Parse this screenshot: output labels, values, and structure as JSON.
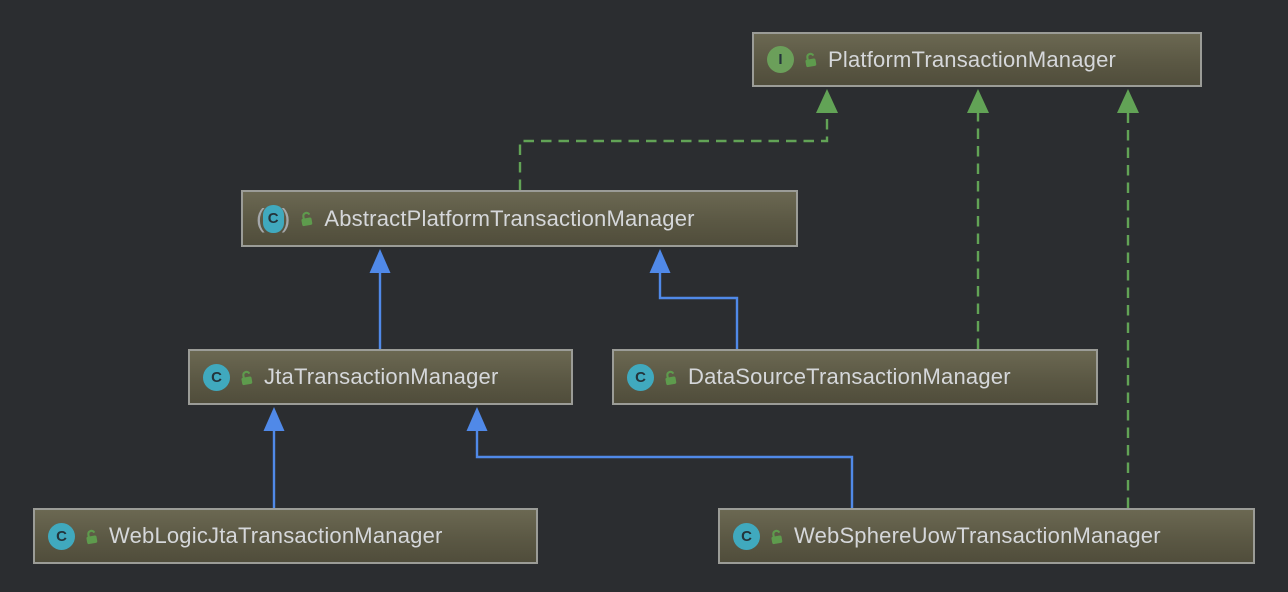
{
  "diagram_type": "uml-class-hierarchy",
  "nodes": [
    {
      "id": "platform",
      "label": "PlatformTransactionManager",
      "kind": "interface",
      "badge_letter": "I",
      "badge_icon": "interface-icon",
      "visibility": "public",
      "visibility_icon": "open-padlock-icon"
    },
    {
      "id": "abstract",
      "label": "AbstractPlatformTransactionManager",
      "kind": "abstract-class",
      "badge_letter": "C",
      "badge_icon": "abstract-class-icon",
      "visibility": "public",
      "visibility_icon": "open-padlock-icon"
    },
    {
      "id": "jta",
      "label": "JtaTransactionManager",
      "kind": "class",
      "badge_letter": "C",
      "badge_icon": "class-icon",
      "visibility": "public",
      "visibility_icon": "open-padlock-icon"
    },
    {
      "id": "datasource",
      "label": "DataSourceTransactionManager",
      "kind": "class",
      "badge_letter": "C",
      "badge_icon": "class-icon",
      "visibility": "public",
      "visibility_icon": "open-padlock-icon"
    },
    {
      "id": "weblogic",
      "label": "WebLogicJtaTransactionManager",
      "kind": "class",
      "badge_letter": "C",
      "badge_icon": "class-icon",
      "visibility": "public",
      "visibility_icon": "open-padlock-icon"
    },
    {
      "id": "websphere",
      "label": "WebSphereUowTransactionManager",
      "kind": "class",
      "badge_letter": "C",
      "badge_icon": "class-icon",
      "visibility": "public",
      "visibility_icon": "open-padlock-icon"
    }
  ],
  "edges": [
    {
      "from": "AbstractPlatformTransactionManager",
      "to": "PlatformTransactionManager",
      "type": "implements",
      "line": "dashed",
      "color": "#62A356"
    },
    {
      "from": "DataSourceTransactionManager",
      "to": "PlatformTransactionManager",
      "type": "implements",
      "line": "dashed",
      "color": "#62A356"
    },
    {
      "from": "WebSphereUowTransactionManager",
      "to": "PlatformTransactionManager",
      "type": "implements",
      "line": "dashed",
      "color": "#62A356"
    },
    {
      "from": "JtaTransactionManager",
      "to": "AbstractPlatformTransactionManager",
      "type": "extends",
      "line": "solid",
      "color": "#5089E8"
    },
    {
      "from": "DataSourceTransactionManager",
      "to": "AbstractPlatformTransactionManager",
      "type": "extends",
      "line": "solid",
      "color": "#5089E8"
    },
    {
      "from": "WebLogicJtaTransactionManager",
      "to": "JtaTransactionManager",
      "type": "extends",
      "line": "solid",
      "color": "#5089E8"
    },
    {
      "from": "WebSphereUowTransactionManager",
      "to": "JtaTransactionManager",
      "type": "extends",
      "line": "solid",
      "color": "#5089E8"
    }
  ],
  "theme": {
    "background": "#2B2D30",
    "node-fill-top": "#6B6852",
    "node-fill-mid": "#5B5844",
    "node-fill-bottom": "#504D3B",
    "node-border": "#9B9C97",
    "node-text": "#D5D7DA",
    "edge-extends": "#5089E8",
    "edge-implements": "#62A356",
    "icon-class-bg": "#40A9BE",
    "icon-interface-bg": "#6B9F5A",
    "icon-letter": "#24343B",
    "padlock-green": "#5E9B4D",
    "paren-gray": "#A4A7AA"
  }
}
